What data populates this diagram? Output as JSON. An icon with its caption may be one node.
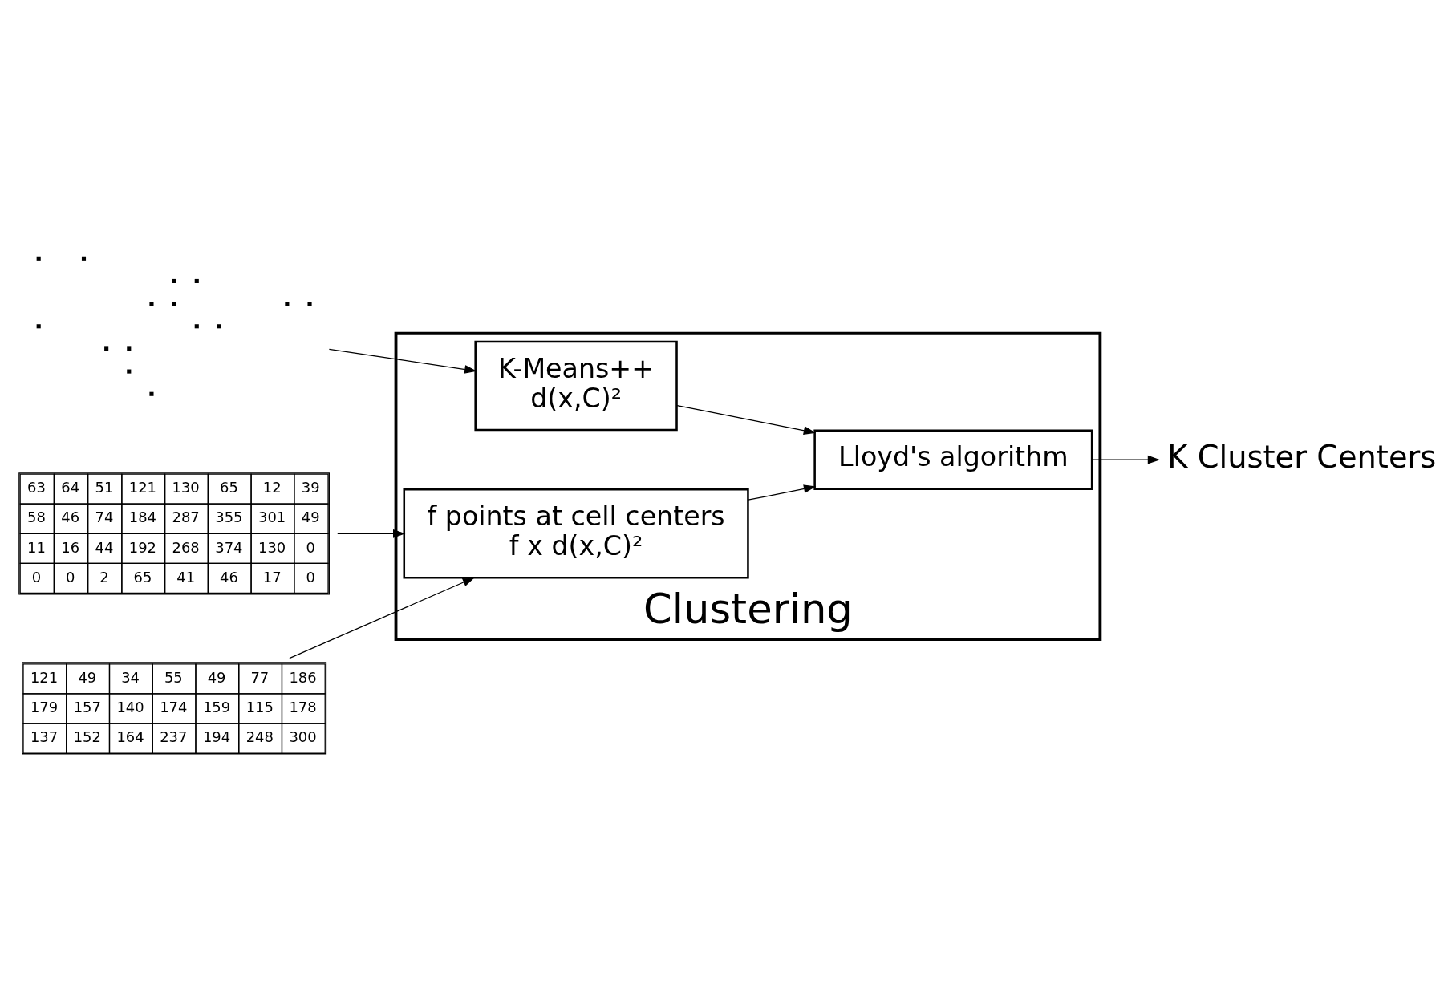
{
  "diagram": {
    "nodes": [
      {
        "text": [
          "Clustering"
        ]
      },
      {
        "text": [
          "K-Means++",
          "d(x,C)²"
        ],
        "in": 0
      },
      {
        "text": [
          "f points at cell centers",
          "f x d(x,C)²"
        ],
        "in": 0
      },
      {
        "text": [
          "Lloyd's algorithm"
        ],
        "in": 0
      },
      {
        "text": [],
        "shape": "picture"
      },
      {
        "text": [
          "63",
          "64",
          "51",
          "121",
          "130",
          "65",
          "12",
          "39",
          "58",
          "46",
          "74",
          "184",
          "287",
          "355",
          "301",
          "49",
          "11",
          "16",
          "44",
          "192",
          "268",
          "374",
          "130",
          "0",
          "0",
          "0",
          "2",
          "65",
          "41",
          "46",
          "17",
          "0"
        ]
      },
      {
        "text": [
          "121",
          "49",
          "34",
          "55",
          "49",
          "77",
          "186",
          "179",
          "157",
          "140",
          "174",
          "159",
          "115",
          "178",
          "137",
          "152",
          "164",
          "237",
          "194",
          "248",
          "300"
        ]
      },
      {
        "text": [
          "K Cluster Centers"
        ]
      }
    ],
    "edges": [
      {
        "from": 4,
        "to": 1,
        "arrow": "to"
      },
      {
        "from": 5,
        "to": 2,
        "arrow": "to"
      },
      {
        "from": 6,
        "to": 2,
        "arrow": "to"
      },
      {
        "from": 1,
        "to": 3,
        "arrow": "to"
      },
      {
        "from": 2,
        "to": 3,
        "arrow": "to"
      },
      {
        "from": 3,
        "to": 7,
        "arrow": "to"
      }
    ]
  }
}
